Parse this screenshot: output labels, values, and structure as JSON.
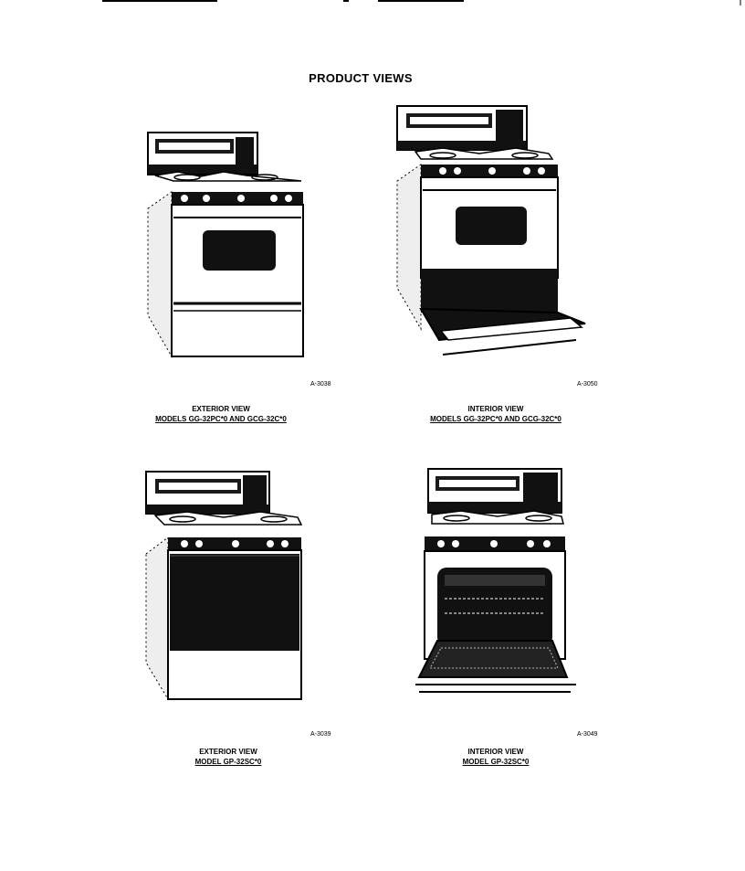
{
  "page": {
    "title": "PRODUCT VIEWS"
  },
  "figures": [
    {
      "id": "A-3038",
      "caption_line1": "EXTERIOR VIEW",
      "caption_line2": "MODELS GG-32PC*0 AND GCG-32C*0",
      "view": "exterior-closed"
    },
    {
      "id": "A-3050",
      "caption_line1": "INTERIOR VIEW",
      "caption_line2": "MODELS GG-32PC*0 AND GCG-32C*0",
      "view": "interior-drawer-open"
    },
    {
      "id": "A-3039",
      "caption_line1": "EXTERIOR VIEW",
      "caption_line2": "MODEL GP-32SC*0",
      "view": "exterior-dark-door"
    },
    {
      "id": "A-3049",
      "caption_line1": "INTERIOR VIEW",
      "caption_line2": "MODEL GP-32SC*0",
      "view": "interior-oven-open"
    }
  ]
}
